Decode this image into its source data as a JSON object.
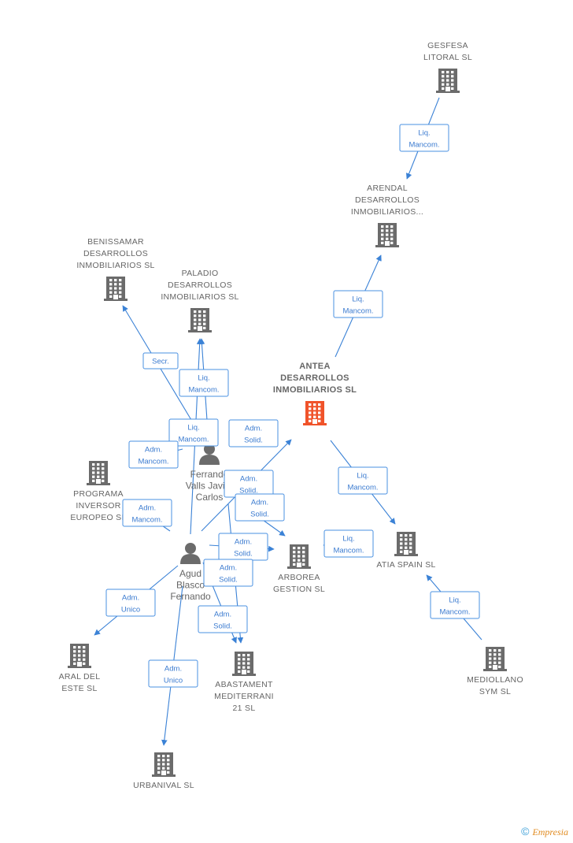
{
  "nodes": [
    {
      "id": "gesfesa",
      "type": "company",
      "lines": [
        "GESFESA",
        "LITORAL  SL"
      ]
    },
    {
      "id": "arendal",
      "type": "company",
      "lines": [
        "ARENDAL",
        "DESARROLLOS",
        "INMOBILIARIOS..."
      ]
    },
    {
      "id": "benissamar",
      "type": "company",
      "lines": [
        "BENISSAMAR",
        "DESARROLLOS",
        "INMOBILIARIOS SL"
      ]
    },
    {
      "id": "paladio",
      "type": "company",
      "lines": [
        "PALADIO",
        "DESARROLLOS",
        "INMOBILIARIOS SL"
      ]
    },
    {
      "id": "antea",
      "type": "company-main",
      "lines": [
        "ANTEA",
        "DESARROLLOS",
        "INMOBILIARIOS SL"
      ]
    },
    {
      "id": "ferrando",
      "type": "person",
      "lines": [
        "Ferrando",
        "Valls Javier",
        "Carlos"
      ]
    },
    {
      "id": "programa",
      "type": "company",
      "lines": [
        "PROGRAMA",
        "INVERSOR",
        "EUROPEO SL"
      ]
    },
    {
      "id": "agud",
      "type": "person",
      "lines": [
        "Agud",
        "Blasco",
        "Fernando"
      ]
    },
    {
      "id": "arborea",
      "type": "company",
      "lines": [
        "ARBOREA",
        "GESTION SL"
      ]
    },
    {
      "id": "atia",
      "type": "company",
      "lines": [
        "ATIA SPAIN SL"
      ]
    },
    {
      "id": "aral",
      "type": "company",
      "lines": [
        "ARAL DEL",
        "ESTE SL"
      ]
    },
    {
      "id": "abastament",
      "type": "company",
      "lines": [
        "ABASTAMENT",
        "MEDITERRANI",
        "21 SL"
      ]
    },
    {
      "id": "mediollano",
      "type": "company",
      "lines": [
        "MEDIOLLANO",
        "SYM SL"
      ]
    },
    {
      "id": "urbanival",
      "type": "company",
      "lines": [
        "URBANIVAL  SL"
      ]
    }
  ],
  "edges": [
    {
      "from": "gesfesa",
      "to": "arendal",
      "label": [
        "Liq.",
        "Mancom."
      ]
    },
    {
      "from": "antea",
      "to": "arendal",
      "label": [
        "Liq.",
        "Mancom."
      ]
    },
    {
      "from": "ferrando",
      "to": "benissamar",
      "label": [
        "Secr."
      ]
    },
    {
      "from": "ferrando",
      "to": "paladio",
      "label": [
        "Liq.",
        "Mancom."
      ]
    },
    {
      "from": "agud",
      "to": "paladio",
      "label": [
        "Liq.",
        "Mancom."
      ]
    },
    {
      "from": "ferrando",
      "to": "programa",
      "label": [
        "Adm.",
        "Mancom."
      ]
    },
    {
      "from": "agud",
      "to": "programa",
      "label": [
        "Adm.",
        "Mancom."
      ]
    },
    {
      "from": "agud",
      "to": "antea",
      "label": [
        "Adm.",
        "Solid."
      ]
    },
    {
      "from": "ferrando",
      "to": "arborea",
      "label": [
        "Adm.",
        "Solid."
      ]
    },
    {
      "from": "ferrando",
      "to": "arborea",
      "label": [
        "Adm.",
        "Solid."
      ]
    },
    {
      "from": "agud",
      "to": "arborea",
      "label": [
        "Adm.",
        "Solid."
      ]
    },
    {
      "from": "antea",
      "to": "atia",
      "label": [
        "Liq.",
        "Mancom."
      ]
    },
    {
      "from": "atia",
      "to": "arborea",
      "label": [
        "Liq.",
        "Mancom."
      ]
    },
    {
      "from": "mediollano",
      "to": "atia",
      "label": [
        "Liq.",
        "Mancom."
      ]
    },
    {
      "from": "agud",
      "to": "aral",
      "label": [
        "Adm.",
        "Unico"
      ]
    },
    {
      "from": "agud",
      "to": "abastament",
      "label": [
        "Adm.",
        "Solid."
      ]
    },
    {
      "from": "ferrando",
      "to": "abastament",
      "label": [
        "Adm.",
        "Solid."
      ]
    },
    {
      "from": "agud",
      "to": "urbanival",
      "label": [
        "Adm.",
        "Unico"
      ]
    }
  ],
  "colors": {
    "edge": "#3b82d6",
    "company_icon": "#6b6b6b",
    "main_icon": "#f0532a",
    "person_icon": "#6b6b6b",
    "label_text": "#3b7bd0"
  },
  "icons": {
    "company": "building-icon",
    "person": "person-icon",
    "copyright": "copyright-icon"
  },
  "footer": {
    "copyright": "©",
    "brand": "Empresia"
  }
}
